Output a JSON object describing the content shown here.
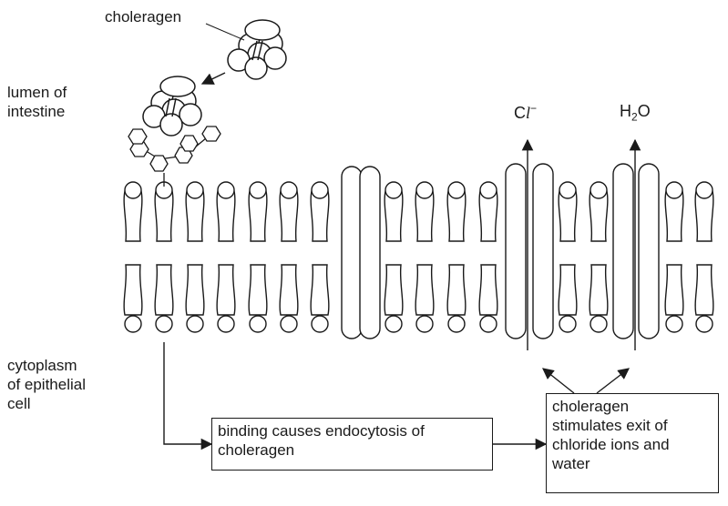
{
  "labels": {
    "choleragen": "choleragen",
    "lumen": "lumen of\nintestine",
    "cytoplasm": "cytoplasm\nof epithelial\ncell"
  },
  "ions": {
    "chloride_symbol": "C",
    "chloride_italic": "l",
    "chloride_charge": "−",
    "water_h": "H",
    "water_sub": "2",
    "water_o": "O"
  },
  "boxes": {
    "endocytosis": "binding causes endocytosis of\ncholeragen",
    "stimulates": "choleragen\nstimulates exit of\nchloride ions and\nwater"
  },
  "colors": {
    "line": "#1a1a1a",
    "background": "#ffffff"
  }
}
